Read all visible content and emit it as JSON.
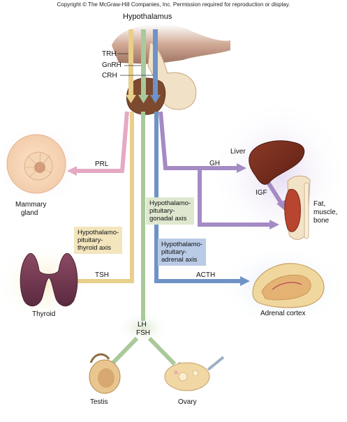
{
  "copyright": "Copyright © The McGraw-Hill Companies, Inc. Permission required for reproduction or display.",
  "hypothalamus": "Hypothalamus",
  "releasing_hormones": [
    "TRH",
    "GnRH",
    "CRH"
  ],
  "organs": {
    "mammary": [
      "Mammary",
      "gland"
    ],
    "thyroid": "Thyroid",
    "liver": "Liver",
    "fat_muscle_bone": [
      "Fat,",
      "muscle,",
      "bone"
    ],
    "adrenal": "Adrenal cortex",
    "testis": "Testis",
    "ovary": "Ovary"
  },
  "hormones": {
    "prl": "PRL",
    "gh": "GH",
    "igf": "IGF",
    "tsh": "TSH",
    "acth": "ACTH",
    "lh": "LH",
    "fsh": "FSH"
  },
  "axes": {
    "gonadal": [
      "Hypothalamo-",
      "pituitary-",
      "gonadal axis"
    ],
    "thyroid": [
      "Hypothalamo-",
      "pituitary-",
      "thyroid axis"
    ],
    "adrenal": [
      "Hypothalamo-",
      "pituitary-",
      "adrenal axis"
    ]
  },
  "colors": {
    "prl": "#e6a9c4",
    "gh": "#a48bc4",
    "tsh": "#e8cf8c",
    "gonadal": "#a9c99a",
    "acth": "#6f93c6",
    "gonadal_box": "#dfe8cf",
    "thyroid_box": "#f3e6bd",
    "adrenal_box": "#b9cbe6"
  }
}
